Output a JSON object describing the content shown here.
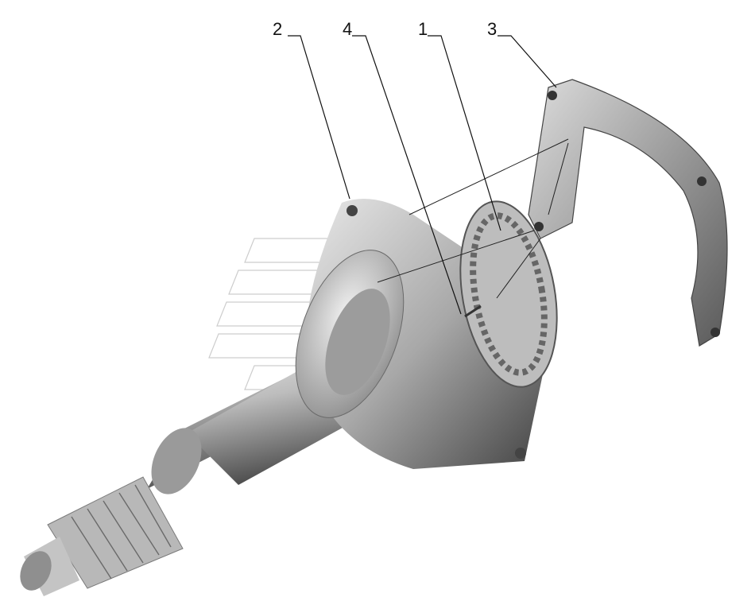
{
  "callouts": [
    {
      "id": "2",
      "label": "2"
    },
    {
      "id": "4",
      "label": "4"
    },
    {
      "id": "1",
      "label": "1"
    },
    {
      "id": "3",
      "label": "3"
    }
  ],
  "colors": {
    "metal_light": "#d9d9d9",
    "metal_mid": "#a6a6a6",
    "metal_dark": "#555555",
    "watermark_line": "#c8c8c8"
  }
}
